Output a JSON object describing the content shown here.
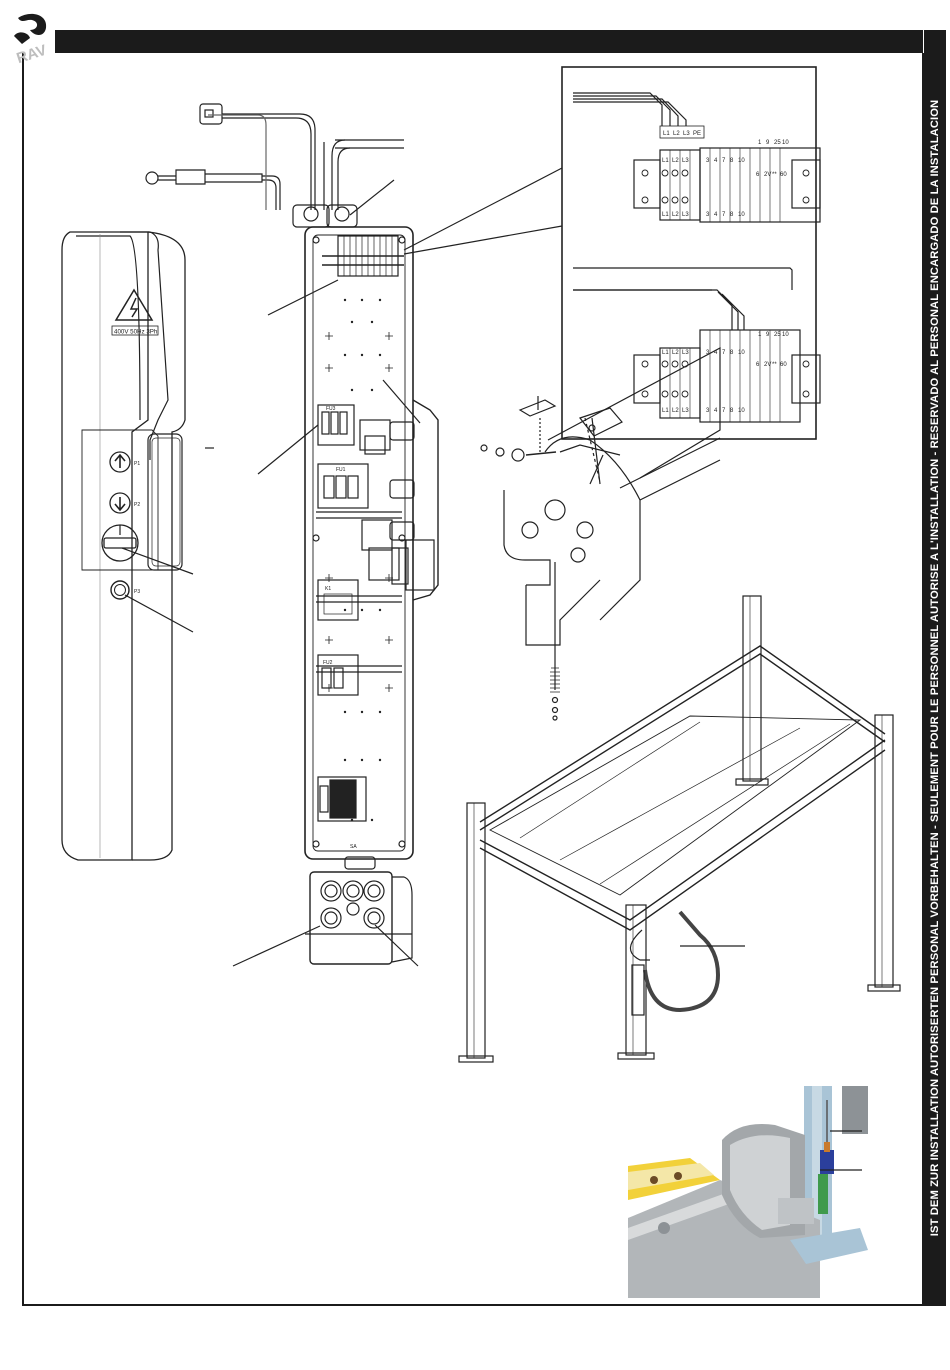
{
  "page": {
    "side_text": "IST DEM ZUR INSTALLATION AUTORISERTEN PERSONAL VORBEHALTEN - SEULEMENT POUR LE PERSONNEL AUTORISE A L'INSTALLATION - RESERVADO AL PERSONAL ENCARGADO DE LA INSTALACION",
    "logo_text": "RAV"
  },
  "panel": {
    "voltage_label": "400V 50Hz 3Ph",
    "buttons": [
      "P1",
      "P2",
      "P3"
    ]
  },
  "box_labels": {
    "fu3": "FU3",
    "fu1": "FU1",
    "fu2": "FU2",
    "k1": "K1",
    "sa": "SA"
  },
  "terminals": {
    "top_row_a": [
      "L1",
      "L2",
      "L3",
      "PE"
    ],
    "row_phase": [
      "L1",
      "L2",
      "L3"
    ],
    "row_nums": [
      "3",
      "4",
      "7",
      "8",
      "10"
    ],
    "row_nums_b": [
      "1",
      "9",
      "25",
      "10"
    ],
    "row_nums_c": [
      "6",
      "2V",
      "**",
      "60"
    ]
  },
  "colors": {
    "header": "#1b1b1b",
    "line": "#222222",
    "column_blue": "#a9c4d6",
    "sensor_blue": "#2b3f9c",
    "sensor_green": "#3f9a4c",
    "tape_yellow": "#f2d13a",
    "steel_grey": "#9a9fa3"
  }
}
